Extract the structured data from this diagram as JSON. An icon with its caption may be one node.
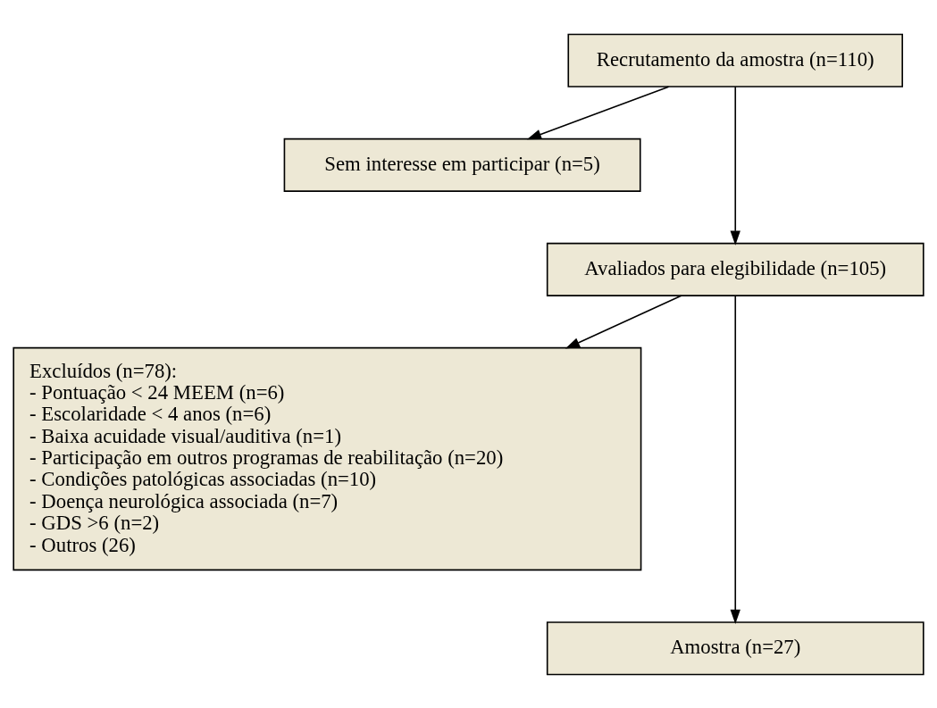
{
  "diagram": {
    "nodes": [
      {
        "text": [
          "Recrutamento da amostra (n=110)"
        ]
      },
      {
        "text": [
          "Sem interesse em participar (n=5)"
        ]
      },
      {
        "text": [
          "Avaliados para elegibilidade (n=105)"
        ]
      },
      {
        "text": [
          "Excluídos (n=78):",
          "- Pontuação < 24 MEEM (n=6)",
          "- Escolaridade < 4 anos (n=6)",
          "- Baixa acuidade visual/auditiva (n=1)",
          "- Participação em outros programas de reabilitação (n=20)",
          "- Condições patológicas associadas (n=10)",
          "- Doença neurológica associada (n=7)",
          "- GDS >6 (n=2)",
          "- Outros (26)"
        ]
      },
      {
        "text": [
          "Amostra (n=27)"
        ]
      }
    ],
    "edges": [
      {
        "from": 0,
        "to": 1,
        "arrow": "to"
      },
      {
        "from": 0,
        "to": 2,
        "arrow": "to"
      },
      {
        "from": 2,
        "to": 3,
        "arrow": "to"
      },
      {
        "from": 2,
        "to": 4,
        "arrow": "to"
      }
    ]
  }
}
